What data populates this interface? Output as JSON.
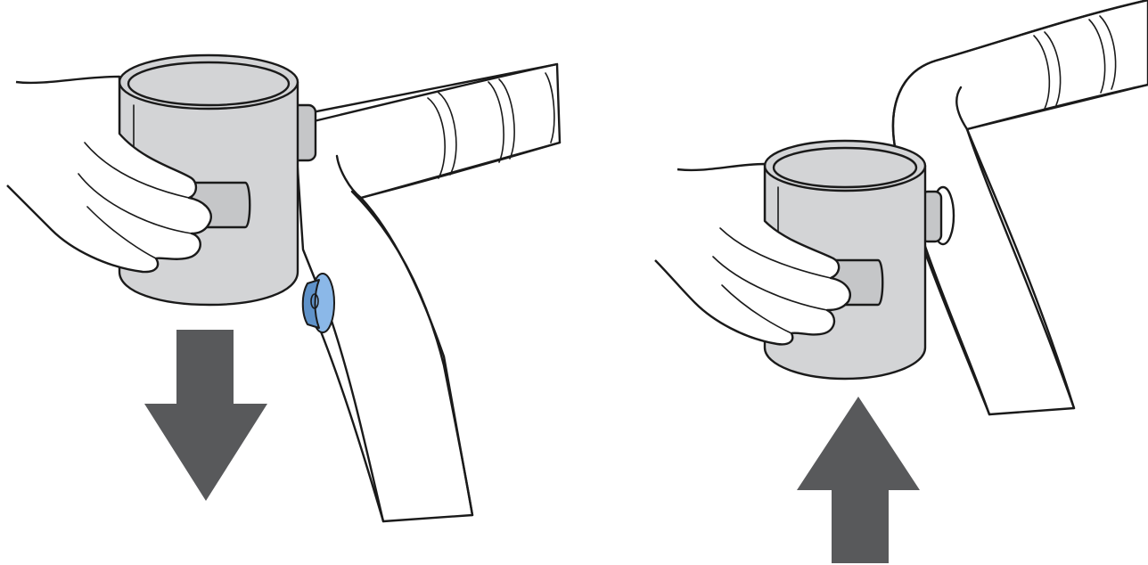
{
  "panels": [
    {
      "id": "remove",
      "step": "cup-holder-removal",
      "arrow_direction": "down",
      "knob_highlighted": true
    },
    {
      "id": "attach",
      "step": "cup-holder-attachment",
      "arrow_direction": "up",
      "knob_highlighted": false
    }
  ],
  "colors": {
    "cup_body": "#d3d4d6",
    "cup_shadow": "#c5c6c8",
    "arrow": "#58595b",
    "knob_highlight": "#8bb8e8",
    "knob_highlight_dark": "#5f92c9",
    "frame": "#ffffff",
    "line": "#1a1a1a"
  },
  "icons": {
    "down_arrow": "arrow-down-icon",
    "up_arrow": "arrow-up-icon",
    "knob": "mounting-knob-icon"
  }
}
